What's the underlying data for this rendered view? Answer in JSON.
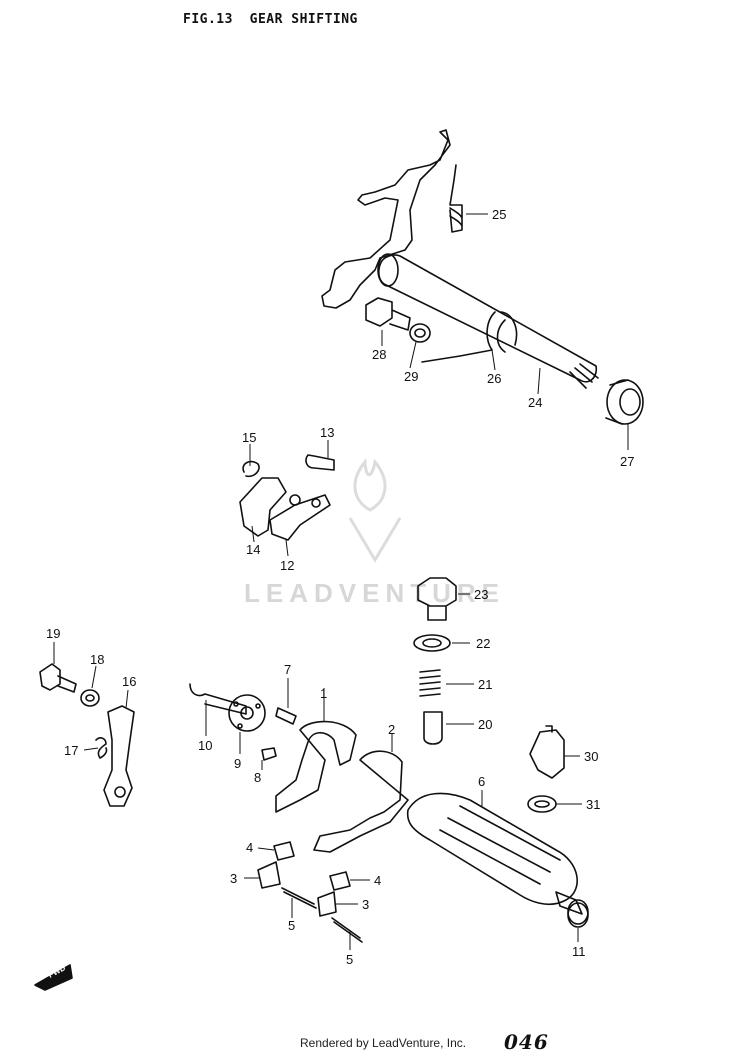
{
  "header": {
    "figure_label": "FIG.13",
    "title": "GEAR SHIFTING"
  },
  "footer": {
    "credit": "Rendered by LeadVenture, Inc.",
    "page_number": "046"
  },
  "watermark": {
    "text": "LEADVENTURE"
  },
  "fwd_badge": {
    "text": "FWD"
  },
  "callouts": {
    "c1": "1",
    "c2": "2",
    "c3a": "3",
    "c3b": "3",
    "c4a": "4",
    "c4b": "4",
    "c5a": "5",
    "c5b": "5",
    "c6": "6",
    "c7": "7",
    "c8": "8",
    "c9": "9",
    "c10": "10",
    "c11": "11",
    "c12": "12",
    "c13": "13",
    "c14": "14",
    "c15": "15",
    "c16": "16",
    "c17": "17",
    "c18": "18",
    "c19": "19",
    "c20": "20",
    "c21": "21",
    "c22": "22",
    "c23": "23",
    "c24": "24",
    "c25": "25",
    "c26": "26",
    "c27": "27",
    "c28": "28",
    "c29": "29",
    "c30": "30",
    "c31": "31"
  }
}
